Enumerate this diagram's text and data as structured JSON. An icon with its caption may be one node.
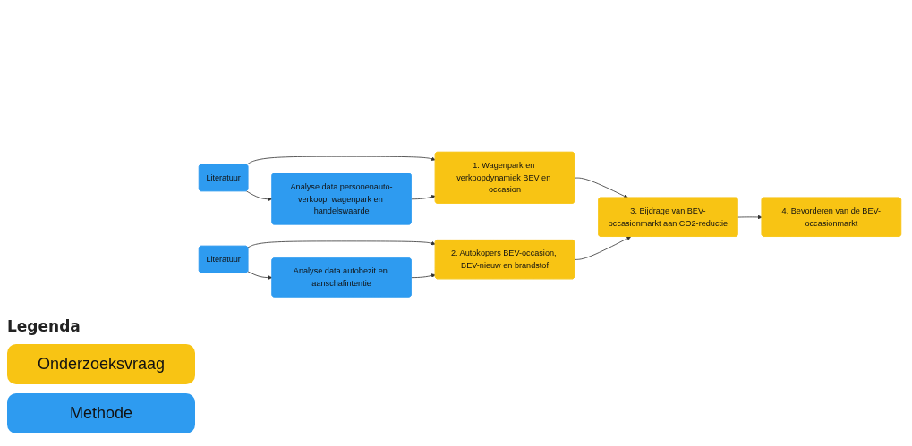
{
  "diagram": {
    "nodes": [
      {
        "text": [
          "1. Wagenpark en verkoopdynamiek BEV en occasion"
        ]
      },
      {
        "text": [
          "Literatuur"
        ]
      },
      {
        "text": [
          "Analyse data personenauto-verkoop, wagenpark en handelswaarde"
        ]
      },
      {
        "text": [
          "2. Autokopers BEV-occasion, BEV-nieuw en brandstof"
        ]
      },
      {
        "text": [
          "Literatuur"
        ]
      },
      {
        "text": [
          "Analyse data autobezit en aanschafintentie"
        ]
      },
      {
        "text": [
          "3. Bijdrage van BEV-occasionmarkt aan CO2-reductie"
        ]
      },
      {
        "text": [
          "4. Bevorderen van de BEV-occasionmarkt"
        ]
      }
    ],
    "edges": [
      {
        "from": 1,
        "to": 0,
        "arrow": "to"
      },
      {
        "from": 1,
        "to": 2,
        "arrow": "to"
      },
      {
        "from": 2,
        "to": 0,
        "arrow": "to"
      },
      {
        "from": 4,
        "to": 3,
        "arrow": "to"
      },
      {
        "from": 4,
        "to": 5,
        "arrow": "to"
      },
      {
        "from": 5,
        "to": 3,
        "arrow": "to"
      },
      {
        "from": 0,
        "to": 6,
        "arrow": "to"
      },
      {
        "from": 3,
        "to": 6,
        "arrow": "to"
      },
      {
        "from": 6,
        "to": 7,
        "arrow": "to"
      }
    ],
    "labels": [
      "Legenda"
    ],
    "legend": [
      {
        "text": "Onderzoeksvraag",
        "color": "#f8c414"
      },
      {
        "text": "Methode",
        "color": "#2e9bf0"
      }
    ]
  }
}
